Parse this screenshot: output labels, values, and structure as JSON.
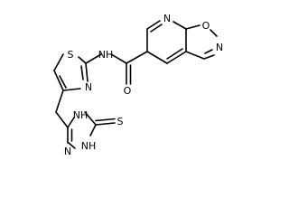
{
  "atoms": [
    {
      "id": "n_amide",
      "label": "NH"
    },
    {
      "id": "s_thz",
      "label": "S"
    },
    {
      "id": "n_thz",
      "label": "N"
    },
    {
      "id": "o_amide",
      "label": "O"
    },
    {
      "id": "n_pyr",
      "label": "N"
    },
    {
      "id": "o_isox",
      "label": "O"
    },
    {
      "id": "n_isox",
      "label": "N"
    },
    {
      "id": "nh4_trz",
      "label": "NH"
    },
    {
      "id": "n_trz",
      "label": "N"
    },
    {
      "id": "nh1_trz",
      "label": "NH"
    },
    {
      "id": "s_thione",
      "label": "S"
    }
  ]
}
